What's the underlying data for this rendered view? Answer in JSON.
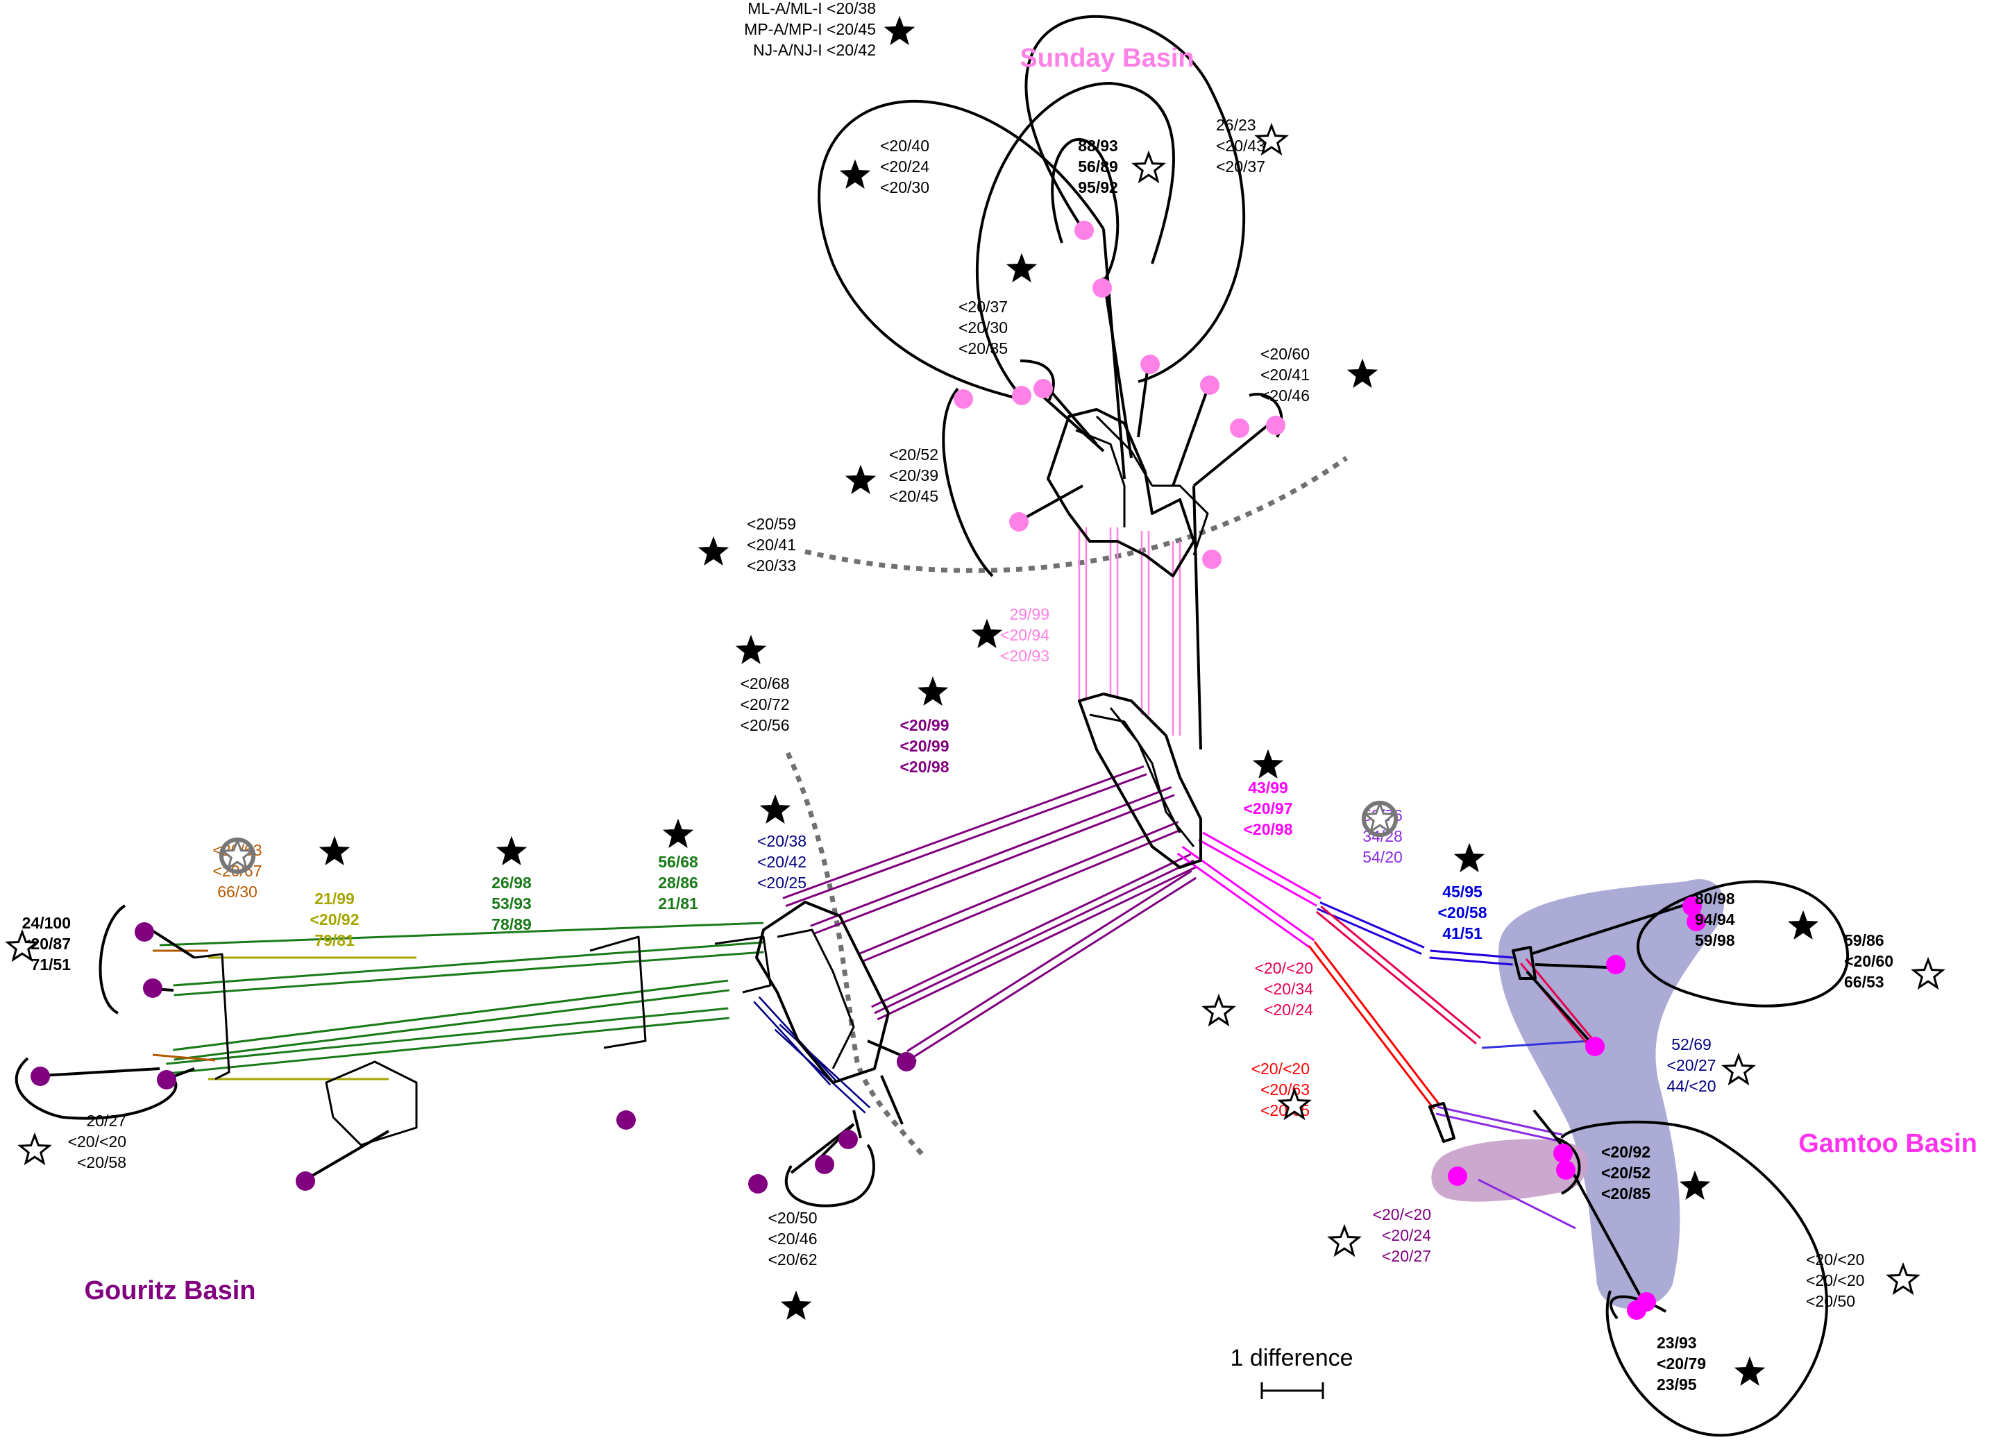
{
  "basins": [
    {
      "id": "sunday",
      "name": "Sunday Basin",
      "color": "#ff80e6"
    },
    {
      "id": "gamtoo",
      "name": "Gamtoo Basin",
      "color": "#ff33ee"
    },
    {
      "id": "gouritz",
      "name": "Gouritz Basin",
      "color": "#800080"
    }
  ],
  "scale_bar": {
    "label": "1 difference"
  },
  "colors": {
    "sunday": "#ff80e6",
    "gamtoo": "#ff00ff",
    "gouritz": "#800080",
    "network": "#000000",
    "dashed": "#707070",
    "shade_blue": "#a8a6d4",
    "shade_pink": "#c9a3cc",
    "support_green": "#1a7a1a",
    "support_olive": "#a6a600",
    "support_brown": "#b35900",
    "support_navy": "#000080",
    "support_blue": "#0000dd",
    "support_violet": "#8a2be2",
    "support_red": "#ff0000",
    "support_crimson": "#e6004c",
    "support_purple": "#800080"
  },
  "support_labels": [
    {
      "id": "top-multi",
      "lines": [
        "ML-A/ML-I <20/38",
        "MP-A/MP-I <20/45",
        "NJ-A/NJ-I <20/42"
      ],
      "color": "#000000",
      "bold": false,
      "marker": "star-filled"
    },
    {
      "id": "sun-88",
      "lines": [
        "88/93",
        "56/89",
        "95/92"
      ],
      "color": "#000000",
      "bold": true,
      "marker": "star-open"
    },
    {
      "id": "sun-26",
      "lines": [
        "26/23",
        "<20/43",
        "<20/37"
      ],
      "color": "#000000",
      "bold": false,
      "marker": "star-open"
    },
    {
      "id": "sun-40",
      "lines": [
        "<20/40",
        "<20/24",
        "<20/30"
      ],
      "color": "#000000",
      "bold": false,
      "marker": "star-filled"
    },
    {
      "id": "sun-37",
      "lines": [
        "<20/37",
        "<20/30",
        "<20/35"
      ],
      "color": "#000000",
      "bold": false,
      "marker": "star-filled"
    },
    {
      "id": "sun-60",
      "lines": [
        "<20/60",
        "<20/41",
        "<20/46"
      ],
      "color": "#000000",
      "bold": false,
      "marker": "star-filled"
    },
    {
      "id": "sun-52",
      "lines": [
        "<20/52",
        "<20/39",
        "<20/45"
      ],
      "color": "#000000",
      "bold": false,
      "marker": "star-filled"
    },
    {
      "id": "sun-59",
      "lines": [
        "<20/59",
        "<20/41",
        "<20/33"
      ],
      "color": "#000000",
      "bold": false,
      "marker": "star-filled"
    },
    {
      "id": "stem-29",
      "lines": [
        "29/99",
        "<20/94",
        "<20/93"
      ],
      "color": "#ff80e6",
      "bold": false,
      "marker": "star-filled"
    },
    {
      "id": "grz-68",
      "lines": [
        "<20/68",
        "<20/72",
        "<20/56"
      ],
      "color": "#000000",
      "bold": false,
      "marker": "star-filled"
    },
    {
      "id": "stem-99",
      "lines": [
        "<20/99",
        "<20/99",
        "<20/98"
      ],
      "color": "#800080",
      "bold": true,
      "marker": "star-filled"
    },
    {
      "id": "stem-43",
      "lines": [
        "43/99",
        "<20/97",
        "<20/98"
      ],
      "color": "#ff00ff",
      "bold": true,
      "marker": "star-filled"
    },
    {
      "id": "gam-52",
      "lines": [
        "52/76",
        "34/28",
        "54/20"
      ],
      "color": "#8a2be2",
      "bold": false,
      "marker": "star-gray"
    },
    {
      "id": "gam-45",
      "lines": [
        "45/95",
        "<20/58",
        "41/51"
      ],
      "color": "#0000dd",
      "bold": true,
      "marker": "star-filled"
    },
    {
      "id": "gam-80",
      "lines": [
        "80/98",
        "94/94",
        "59/98"
      ],
      "color": "#000000",
      "bold": true,
      "marker": "star-filled"
    },
    {
      "id": "gam-59",
      "lines": [
        "59/86",
        "<20/60",
        "66/53"
      ],
      "color": "#000000",
      "bold": true,
      "marker": "star-open"
    },
    {
      "id": "gam-5269",
      "lines": [
        "52/69",
        "<20/27",
        "44/<20"
      ],
      "color": "#000080",
      "bold": false,
      "marker": "star-open"
    },
    {
      "id": "gam-34",
      "lines": [
        "<20/<20",
        "<20/34",
        "<20/24"
      ],
      "color": "#e6004c",
      "bold": false,
      "marker": "star-open"
    },
    {
      "id": "gam-63",
      "lines": [
        "<20/<20",
        "<20/63",
        "<20/65"
      ],
      "color": "#ff0000",
      "bold": false,
      "marker": "star-open"
    },
    {
      "id": "gam-92",
      "lines": [
        "<20/92",
        "<20/52",
        "<20/85"
      ],
      "color": "#000000",
      "bold": true,
      "marker": "star-filled"
    },
    {
      "id": "gam-2024",
      "lines": [
        "<20/<20",
        "<20/24",
        "<20/27"
      ],
      "color": "#800080",
      "bold": false,
      "marker": "star-open"
    },
    {
      "id": "gam-2050",
      "lines": [
        "<20/<20",
        "<20/<20",
        "<20/50"
      ],
      "color": "#000000",
      "bold": false,
      "marker": "star-open"
    },
    {
      "id": "gam-23",
      "lines": [
        "23/93",
        "<20/79",
        "23/95"
      ],
      "color": "#000000",
      "bold": true,
      "marker": "star-filled"
    },
    {
      "id": "grz-2038",
      "lines": [
        "<20/38",
        "<20/42",
        "<20/25"
      ],
      "color": "#000080",
      "bold": false,
      "marker": "star-filled"
    },
    {
      "id": "grz-56",
      "lines": [
        "56/68",
        "28/86",
        "21/81"
      ],
      "color": "#1a7a1a",
      "bold": true,
      "marker": "star-filled"
    },
    {
      "id": "grz-26",
      "lines": [
        "26/98",
        "53/93",
        "78/89"
      ],
      "color": "#1a7a1a",
      "bold": true,
      "marker": "star-filled"
    },
    {
      "id": "grz-21",
      "lines": [
        "21/99",
        "<20/92",
        "79/81"
      ],
      "color": "#a6a600",
      "bold": true,
      "marker": "star-filled"
    },
    {
      "id": "grz-63",
      "lines": [
        "<20/63",
        "<20/67",
        "66/30"
      ],
      "color": "#b35900",
      "bold": false,
      "marker": "star-gray"
    },
    {
      "id": "grz-24",
      "lines": [
        "24/100",
        "<20/87",
        "71/51"
      ],
      "color": "#000000",
      "bold": true,
      "marker": "star-open"
    },
    {
      "id": "grz-2027",
      "lines": [
        "20/27",
        "<20/<20",
        "<20/58"
      ],
      "color": "#000000",
      "bold": false,
      "marker": "star-open"
    },
    {
      "id": "grz-2050",
      "lines": [
        "<20/50",
        "<20/46",
        "<20/62"
      ],
      "color": "#000000",
      "bold": false,
      "marker": "star-filled"
    }
  ]
}
